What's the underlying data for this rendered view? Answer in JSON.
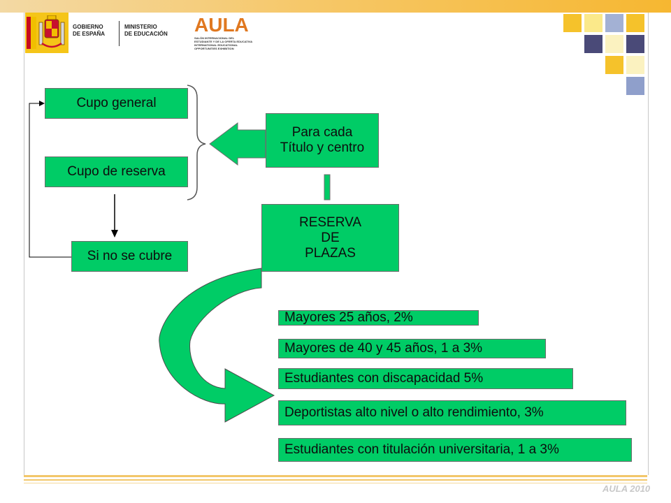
{
  "header": {
    "gov_logo_line1": "GOBIERNO\nDE ESPAÑA",
    "gov_logo_line2": "MINISTERIO\nDE EDUCACIÓN",
    "aula_logo_word": "AULA",
    "aula_logo_subtitle": "SALÓN INTERNACIONAL DEL\nESTUDIANTE Y DE LA OFERTA EDUCATIVA\nINTERNATIONAL EDUCATIONAL\nOPPORTUNITIES EXHIBITION"
  },
  "colors": {
    "box_fill": "#00cc66",
    "box_border": "#6d6d6d",
    "deco": [
      "#f5c22b",
      "#fbe98a",
      "#a3b1d4",
      "#f5c22b",
      "#4a4a78",
      "#fbf2c0",
      "#4a4a78",
      "#f5c22b",
      "#fbf2c0",
      "#8f9fcb"
    ]
  },
  "diagram": {
    "cupo_general": "Cupo general",
    "cupo_reserva": "Cupo de reserva",
    "si_no_cubre": "Si no se cubre",
    "para_cada_line1": "Para cada",
    "para_cada_line2": "Título y centro",
    "reserva_line1": "RESERVA",
    "reserva_line2": "DE",
    "reserva_line3": "PLAZAS",
    "categories": [
      "Mayores 25 años,  2%",
      "Mayores de 40 y 45 años,  1 a 3%",
      "Estudiantes con discapacidad 5%",
      "Deportistas alto nivel o alto rendimiento,  3%",
      "Estudiantes con titulación universitaria, 1 a 3%"
    ]
  },
  "footer": {
    "watermark": "AULA 2010"
  }
}
